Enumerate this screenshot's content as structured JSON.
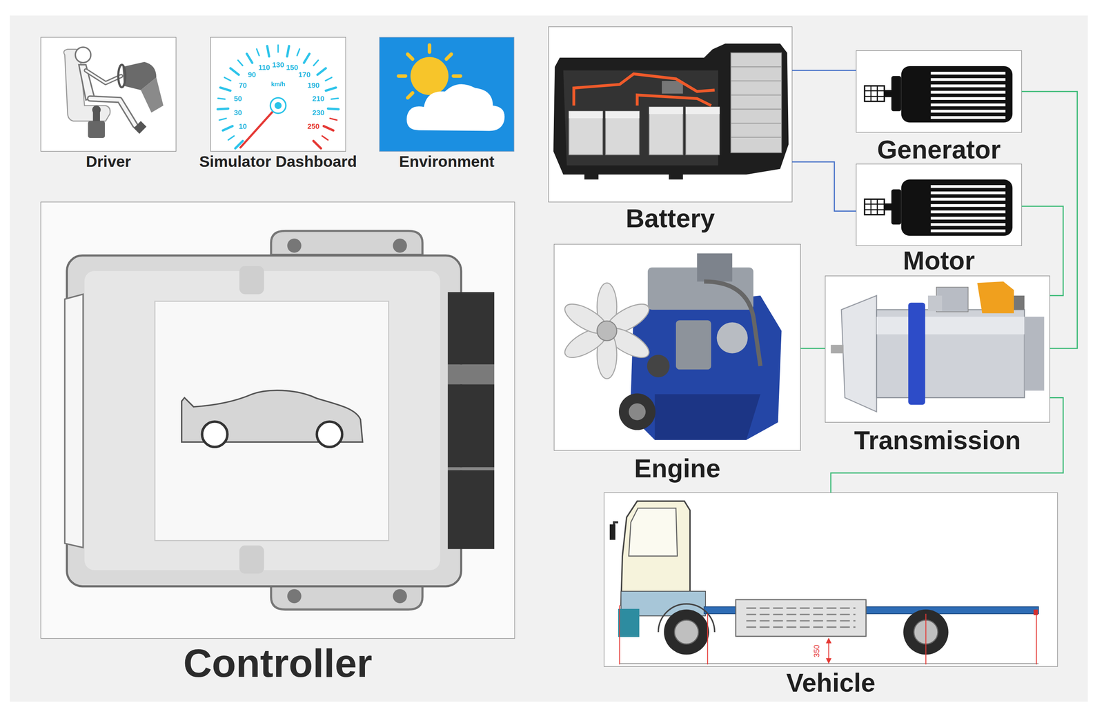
{
  "diagram": {
    "nodes": [
      {
        "text": [
          "Driver"
        ]
      },
      {
        "text": [
          "Simulator Dashboard"
        ]
      },
      {
        "text": [
          "Environment"
        ]
      },
      {
        "text": [
          "Battery"
        ]
      },
      {
        "text": [
          "Generator"
        ]
      },
      {
        "text": [
          "Motor"
        ]
      },
      {
        "text": [
          "Controller"
        ]
      },
      {
        "text": [
          "Engine"
        ]
      },
      {
        "text": [
          "Transmission"
        ]
      },
      {
        "text": [
          "Vehicle"
        ]
      }
    ],
    "edges": [
      {
        "from": 3,
        "to": 4,
        "arrow": "none"
      },
      {
        "from": 3,
        "to": 5,
        "arrow": "none"
      },
      {
        "from": 4,
        "to": 8,
        "arrow": "none"
      },
      {
        "from": 5,
        "to": 8,
        "arrow": "none"
      },
      {
        "from": 7,
        "to": 8,
        "arrow": "none"
      },
      {
        "from": 8,
        "to": 9,
        "arrow": "none"
      }
    ],
    "labels": [
      "10",
      "30",
      "50",
      "70",
      "90",
      "110",
      "130",
      "150",
      "170",
      "190",
      "210",
      "230",
      "250",
      "km/h",
      "350"
    ]
  }
}
